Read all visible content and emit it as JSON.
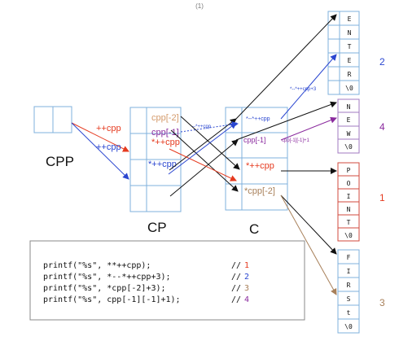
{
  "top_marker": "(1)",
  "labels": {
    "cpp": "CPP",
    "cp": "CP",
    "c": "C"
  },
  "cp_cells": {
    "cpp_minus_2": "cpp[-2]",
    "cpp_minus_1": "cpp[-1]",
    "star_preinc_cpp_1": "*++cpp",
    "star_preinc_cpp_2": "*++cpp"
  },
  "c_cells": {
    "dec_preinc": "*--*++cpp",
    "cpp_m1_m1_plus1": "cpp[-1]",
    "star_preinc_cpp": "*++cpp",
    "star_cpp_m2": "*cpp[-2]"
  },
  "arrow_labels": {
    "preinc_cpp_red": "++cpp",
    "preinc_cpp_blue": "++cpp",
    "dec_star_preinc": "--*++cpp",
    "star_dec_preinc_plus3": "*--*++cpp+3",
    "cpp_m1_m1_plus1": "cpp[-1][-1]+1"
  },
  "strings": {
    "enter": [
      "E",
      "N",
      "T",
      "E",
      "R",
      "\\0"
    ],
    "new": [
      "N",
      "E",
      "W",
      "\\0"
    ],
    "point": [
      "P",
      "O",
      "I",
      "N",
      "T",
      "\\0"
    ],
    "first": [
      "F",
      "I",
      "R",
      "S",
      "t",
      "\\0"
    ]
  },
  "order_numbers": {
    "enter": "2",
    "new": "4",
    "point": "1",
    "first": "3"
  },
  "code": [
    {
      "code": "printf(\"%s\", **++cpp);",
      "comment": "// ",
      "num": "1"
    },
    {
      "code": "printf(\"%s\", *--*++cpp+3);",
      "comment": "// ",
      "num": "2"
    },
    {
      "code": "printf(\"%s\", *cpp[-2]+3);",
      "comment": "// ",
      "num": "3"
    },
    {
      "code": "printf(\"%s\", cpp[-1][-1]+1);",
      "comment": "// ",
      "num": "4"
    }
  ],
  "colors": {
    "grid": "#7fb0dc",
    "black": "#111111",
    "red": "#e53a1f",
    "blue": "#2a46d0",
    "purple": "#8a2a9e",
    "brown": "#a8805a",
    "orange": "#d49a6a",
    "point_border": "#d14a3c",
    "new_border": "#a07ac0",
    "code_border": "#888888"
  }
}
